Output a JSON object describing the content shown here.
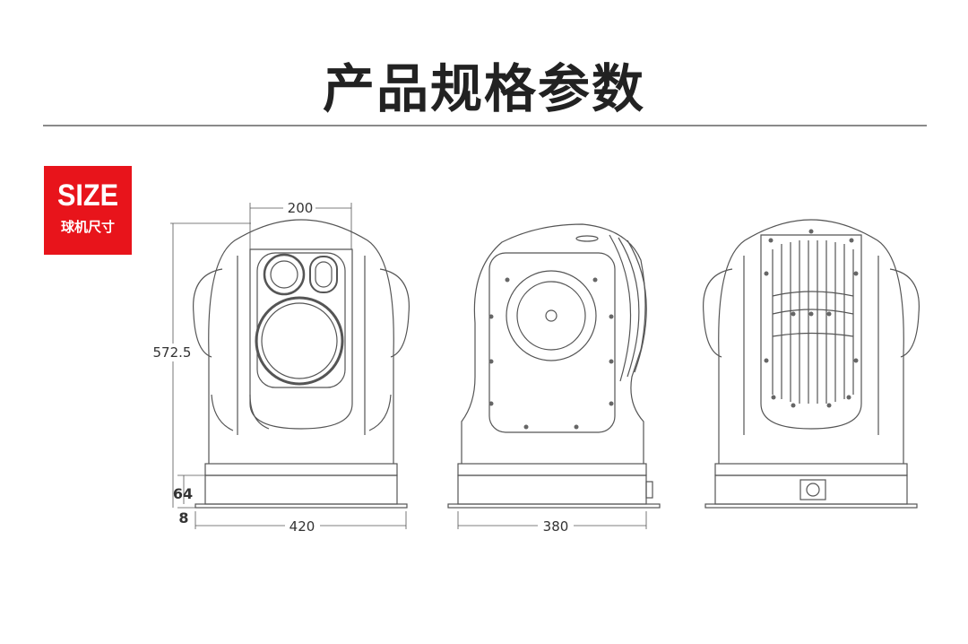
{
  "title": "产品规格参数",
  "badge": {
    "label": "SIZE",
    "sublabel": "球机尺寸"
  },
  "dimensions": {
    "window_width": "200",
    "total_height": "572.5",
    "base_height": "64",
    "flange_thickness": "8",
    "front_width": "420",
    "side_width": "380"
  },
  "colors": {
    "accent": "#e8141b",
    "line": "#555555",
    "title": "#222222"
  }
}
